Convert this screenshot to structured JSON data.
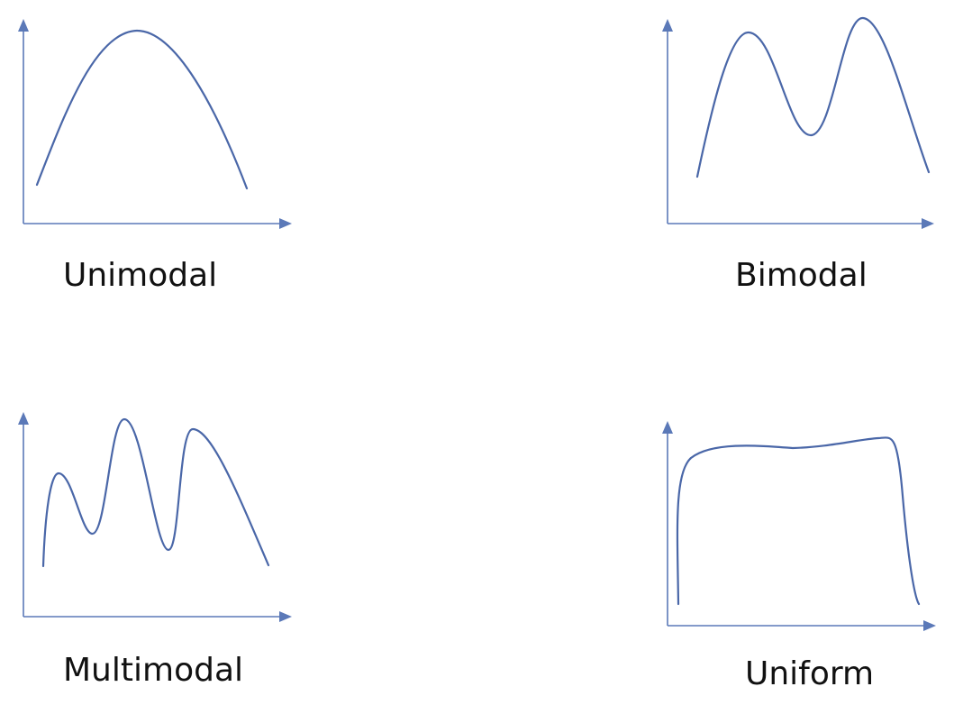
{
  "palette": {
    "curve": "#4a67a8",
    "axis": "#5b79b8",
    "text": "#111111",
    "background": "#ffffff"
  },
  "panels": [
    {
      "id": "unimodal",
      "label": "Unimodal"
    },
    {
      "id": "bimodal",
      "label": "Bimodal"
    },
    {
      "id": "multimodal",
      "label": "Multimodal"
    },
    {
      "id": "uniform",
      "label": "Uniform"
    }
  ]
}
